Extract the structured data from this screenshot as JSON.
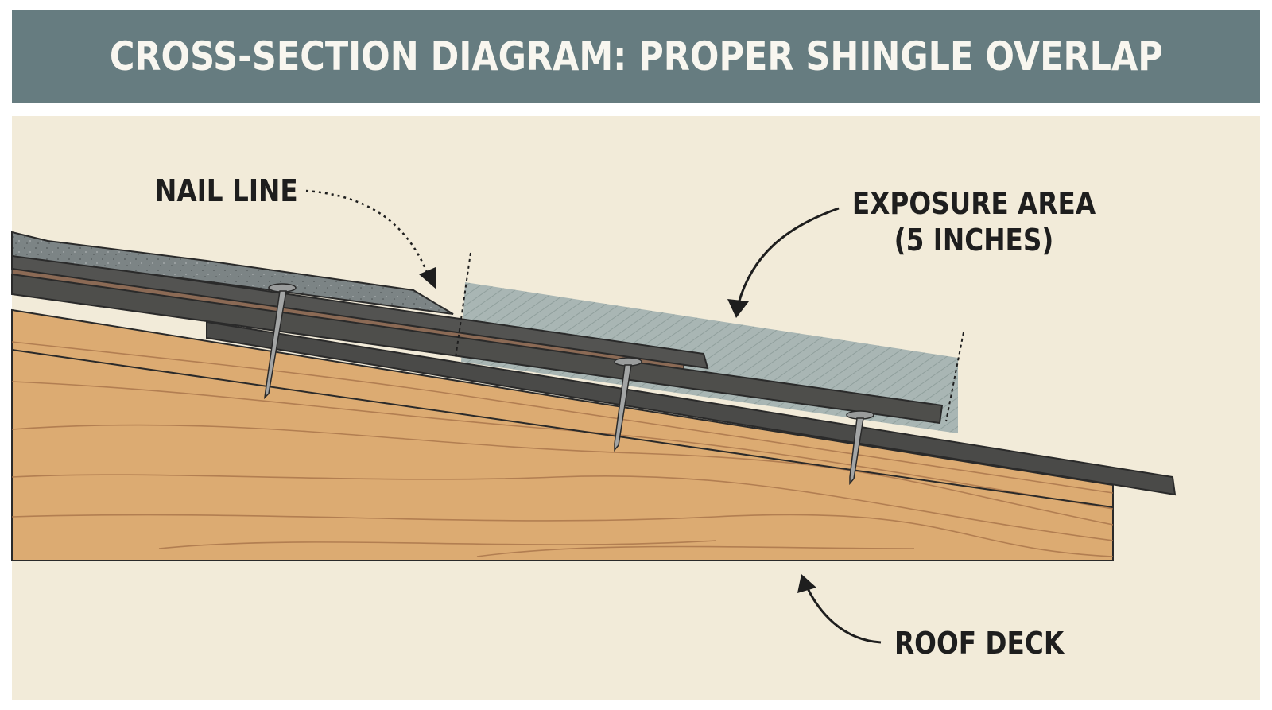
{
  "header": {
    "title": "CROSS-SECTION DIAGRAM: PROPER SHINGLE OVERLAP"
  },
  "labels": {
    "nail_line": "NAIL LINE",
    "exposure_area_line1": "EXPOSURE AREA",
    "exposure_area_line2": "(5 INCHES)",
    "roof_deck": "ROOF DECK"
  },
  "colors": {
    "header_bg": "#667c80",
    "panel_bg": "#f2ebd9",
    "wood": "#dcab72",
    "shingle_dark": "#4a4a48",
    "shingle_granule": "#7d8586",
    "exposure_fill": "#9aabab",
    "nail": "#9a9c9c"
  }
}
